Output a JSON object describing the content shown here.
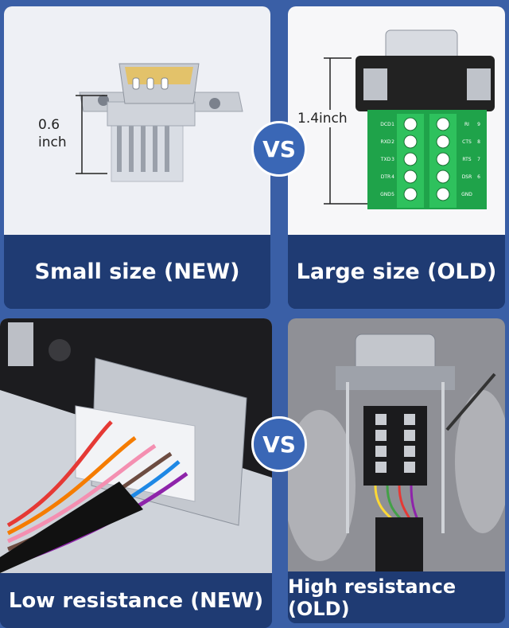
{
  "panels": {
    "small": {
      "caption": "Small size (NEW)",
      "dimension_value": "0.6",
      "dimension_unit": "inch"
    },
    "large": {
      "caption": "Large size (OLD)",
      "dimension": "1.4inch",
      "pin_labels_left": [
        "DCD",
        "RXD",
        "TXD",
        "DTR",
        "GND"
      ],
      "pin_numbers_left": [
        "1",
        "2",
        "3",
        "4",
        "5"
      ],
      "pin_labels_right": [
        "RI",
        "CTS",
        "RTS",
        "DSR",
        "GND"
      ],
      "pin_numbers_right": [
        "9",
        "8",
        "7",
        "6",
        ""
      ]
    },
    "low": {
      "caption": "Low resistance (NEW)"
    },
    "high": {
      "caption": "High resistance (OLD)"
    }
  },
  "vs_label": "VS",
  "colors": {
    "background": "#3a5fa6",
    "caption_bar": "#1f3b73",
    "vs_badge": "#3a67b6",
    "pcb_green": "#1fa34a"
  }
}
